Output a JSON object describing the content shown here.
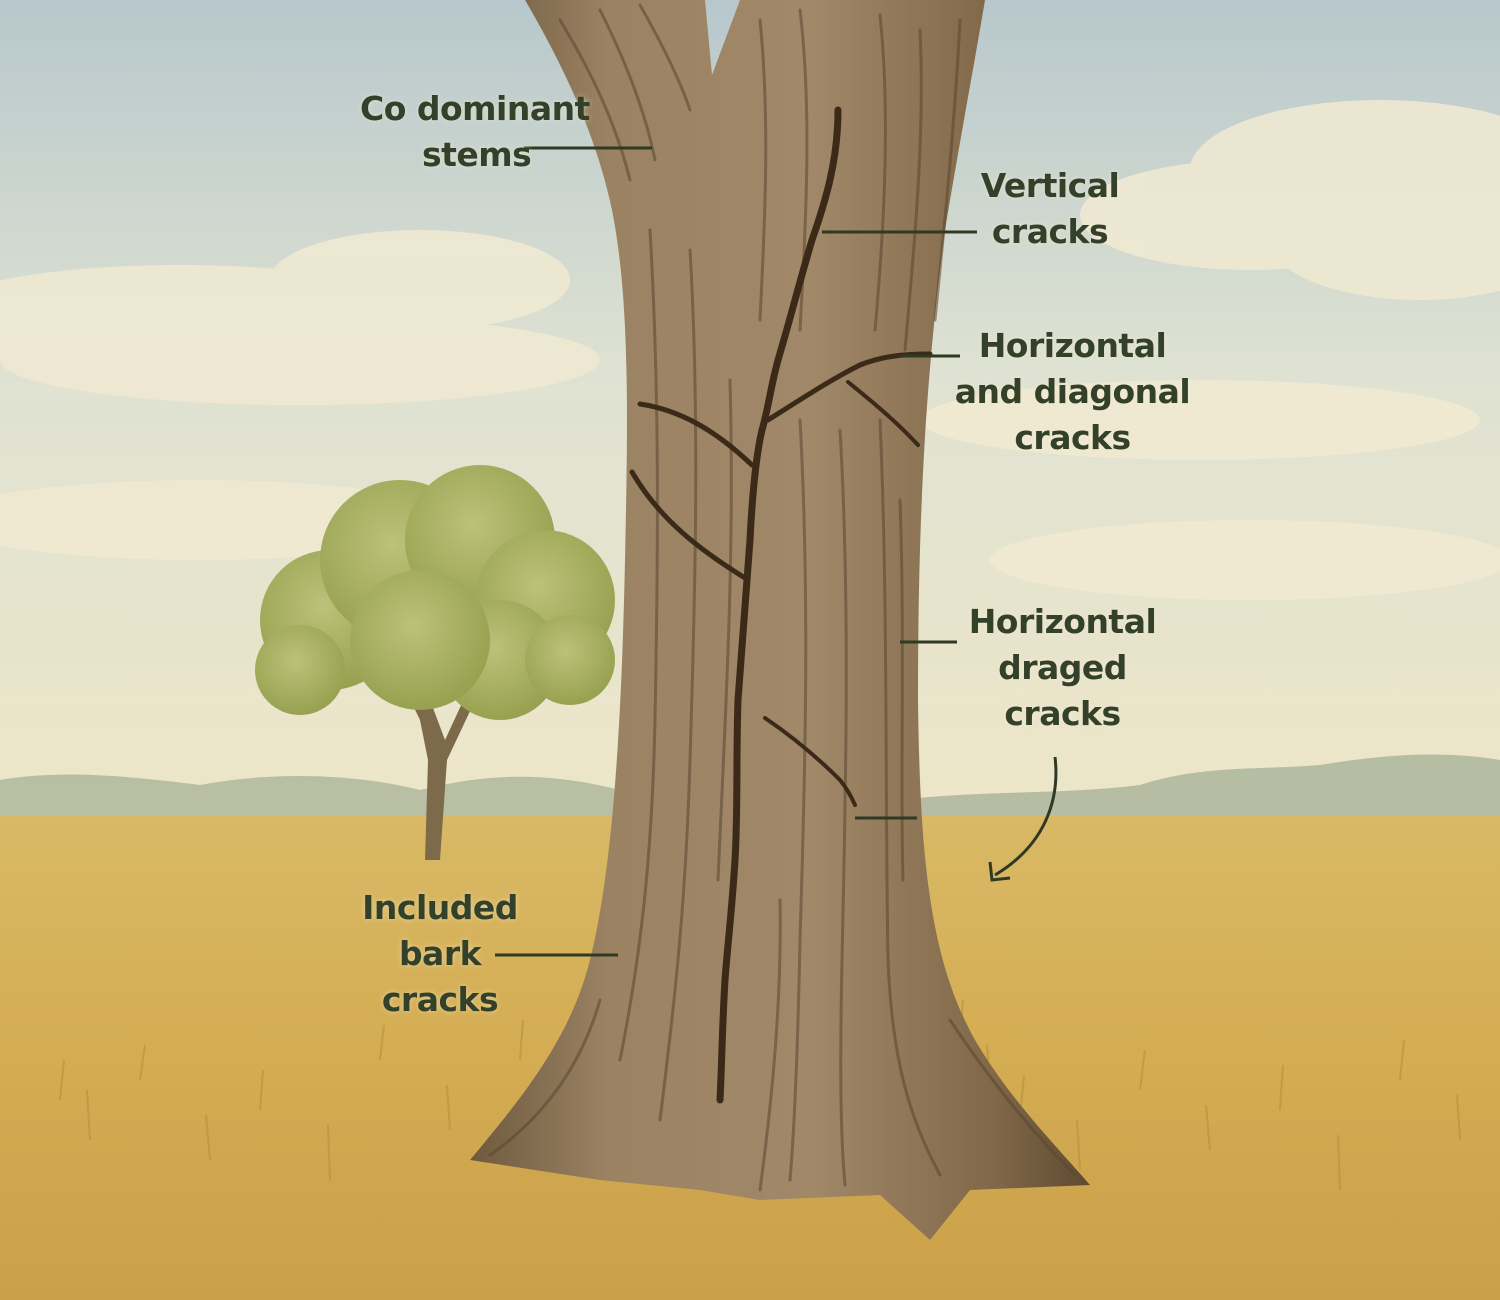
{
  "labels": {
    "codominant": [
      "Co dominant",
      "stems"
    ],
    "vertical": [
      "Vertical",
      "cracks"
    ],
    "horizontal_diagonal": [
      "Horizontal",
      "and diagonal",
      "cracks"
    ],
    "horizontal_dragged": [
      "Horizontal",
      "draged",
      "cracks"
    ],
    "included_bark": [
      "Included",
      "bark",
      "cracks"
    ]
  },
  "colors": {
    "label_text": "#33402a",
    "leader_line": "#2f3a24",
    "crack": "#3a2a17",
    "bark": "#8b7352",
    "grass": "#d6b057",
    "sky": "#c5d3d6",
    "foliage": "#a9b061"
  }
}
